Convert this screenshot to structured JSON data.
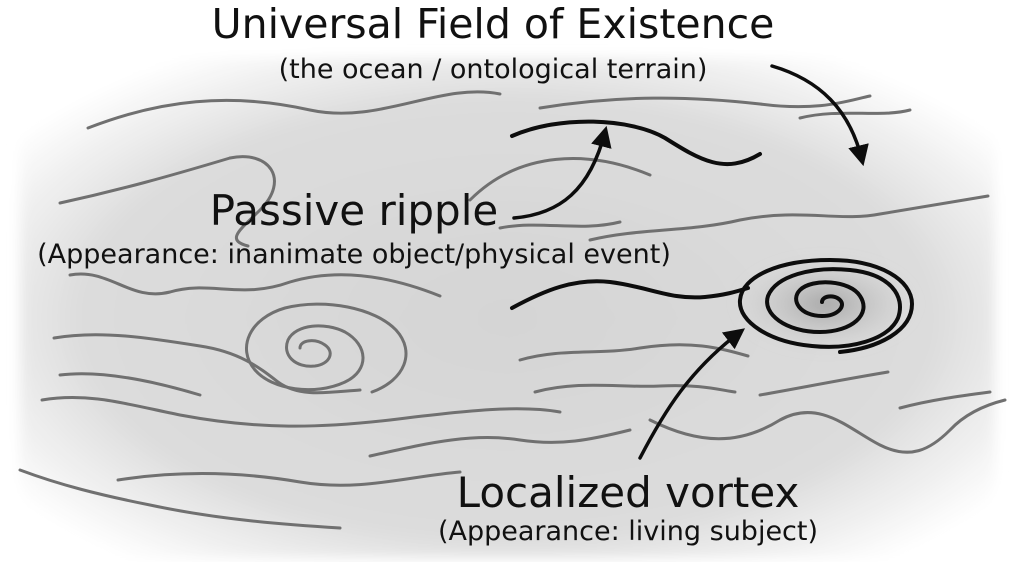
{
  "title": "Universal Field of Existence",
  "subtitle": "(the ocean / ontological terrain)",
  "passive_ripple": {
    "label": "Passive ripple",
    "description": "(Appearance: inanimate object/physical event)"
  },
  "localized_vortex": {
    "label": "Localized vortex",
    "description": "(Appearance: living subject)"
  },
  "colors": {
    "background_center": "#d7d7d7",
    "background_edge": "#ffffff",
    "wave": "#6e6e6e",
    "emphasis": "#0d0d0d",
    "text": "#111111"
  }
}
